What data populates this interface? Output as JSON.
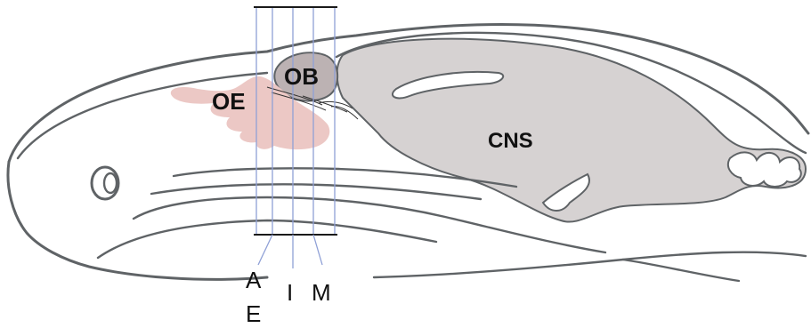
{
  "labels": {
    "olfactory_epithelium": "OE",
    "olfactory_bulb": "OB",
    "central_nervous_system": "CNS"
  },
  "section_planes": {
    "anterior": "A",
    "posterior_extra": "E",
    "intermediate": "I",
    "medial": "M"
  },
  "colors": {
    "outline": "#5f6366",
    "cns_fill": "#d6d2d2",
    "ob_fill": "#bcb2b3",
    "oe_fill": "#ecc8c5",
    "plane_line": "#8fa0d6",
    "bracket": "#1a1a1a"
  }
}
